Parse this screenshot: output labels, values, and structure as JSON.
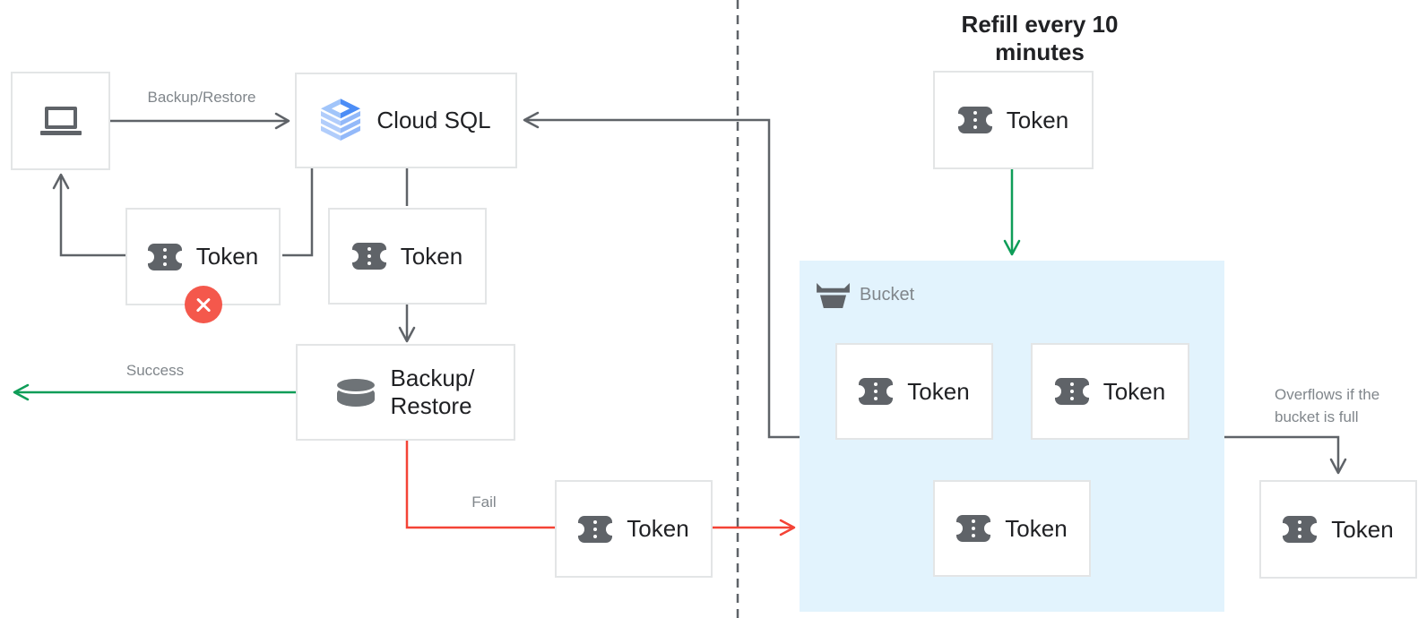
{
  "title": "Refill every 10 minutes",
  "colors": {
    "gray-line": "#5f6368",
    "green": "#0f9d58",
    "red": "#f44336",
    "badge-red": "#f4584c",
    "bucket-bg": "#e2f3fd",
    "box-border": "#e3e5e6",
    "label-gray": "#80868b",
    "text-dark": "#202124",
    "icon-gray": "#5f6368",
    "db-gray": "#6e7377"
  },
  "nodes": {
    "client": {
      "icon": "laptop-icon"
    },
    "cloud_sql": {
      "label": "Cloud SQL",
      "icon": "cloud-sql-icon"
    },
    "token_rejected": {
      "label": "Token",
      "icon": "token-icon",
      "badge_icon": "error-x-icon"
    },
    "token_request": {
      "label": "Token",
      "icon": "token-icon"
    },
    "backup_restore": {
      "line1": "Backup/",
      "line2": "Restore",
      "icon": "database-icon"
    },
    "token_fail": {
      "label": "Token",
      "icon": "token-icon"
    },
    "token_refill": {
      "label": "Token",
      "icon": "token-icon"
    },
    "bucket": {
      "label": "Bucket",
      "icon": "bucket-icon"
    },
    "bucket_token_1": {
      "label": "Token",
      "icon": "token-icon"
    },
    "bucket_token_2": {
      "label": "Token",
      "icon": "token-icon"
    },
    "bucket_token_3": {
      "label": "Token",
      "icon": "token-icon"
    },
    "token_overflow": {
      "label": "Token",
      "icon": "token-icon"
    }
  },
  "edge_labels": {
    "backup_restore": "Backup/Restore",
    "success": "Success",
    "fail": "Fail",
    "overflow_line1": "Overflows if the",
    "overflow_line2": "bucket is full"
  }
}
